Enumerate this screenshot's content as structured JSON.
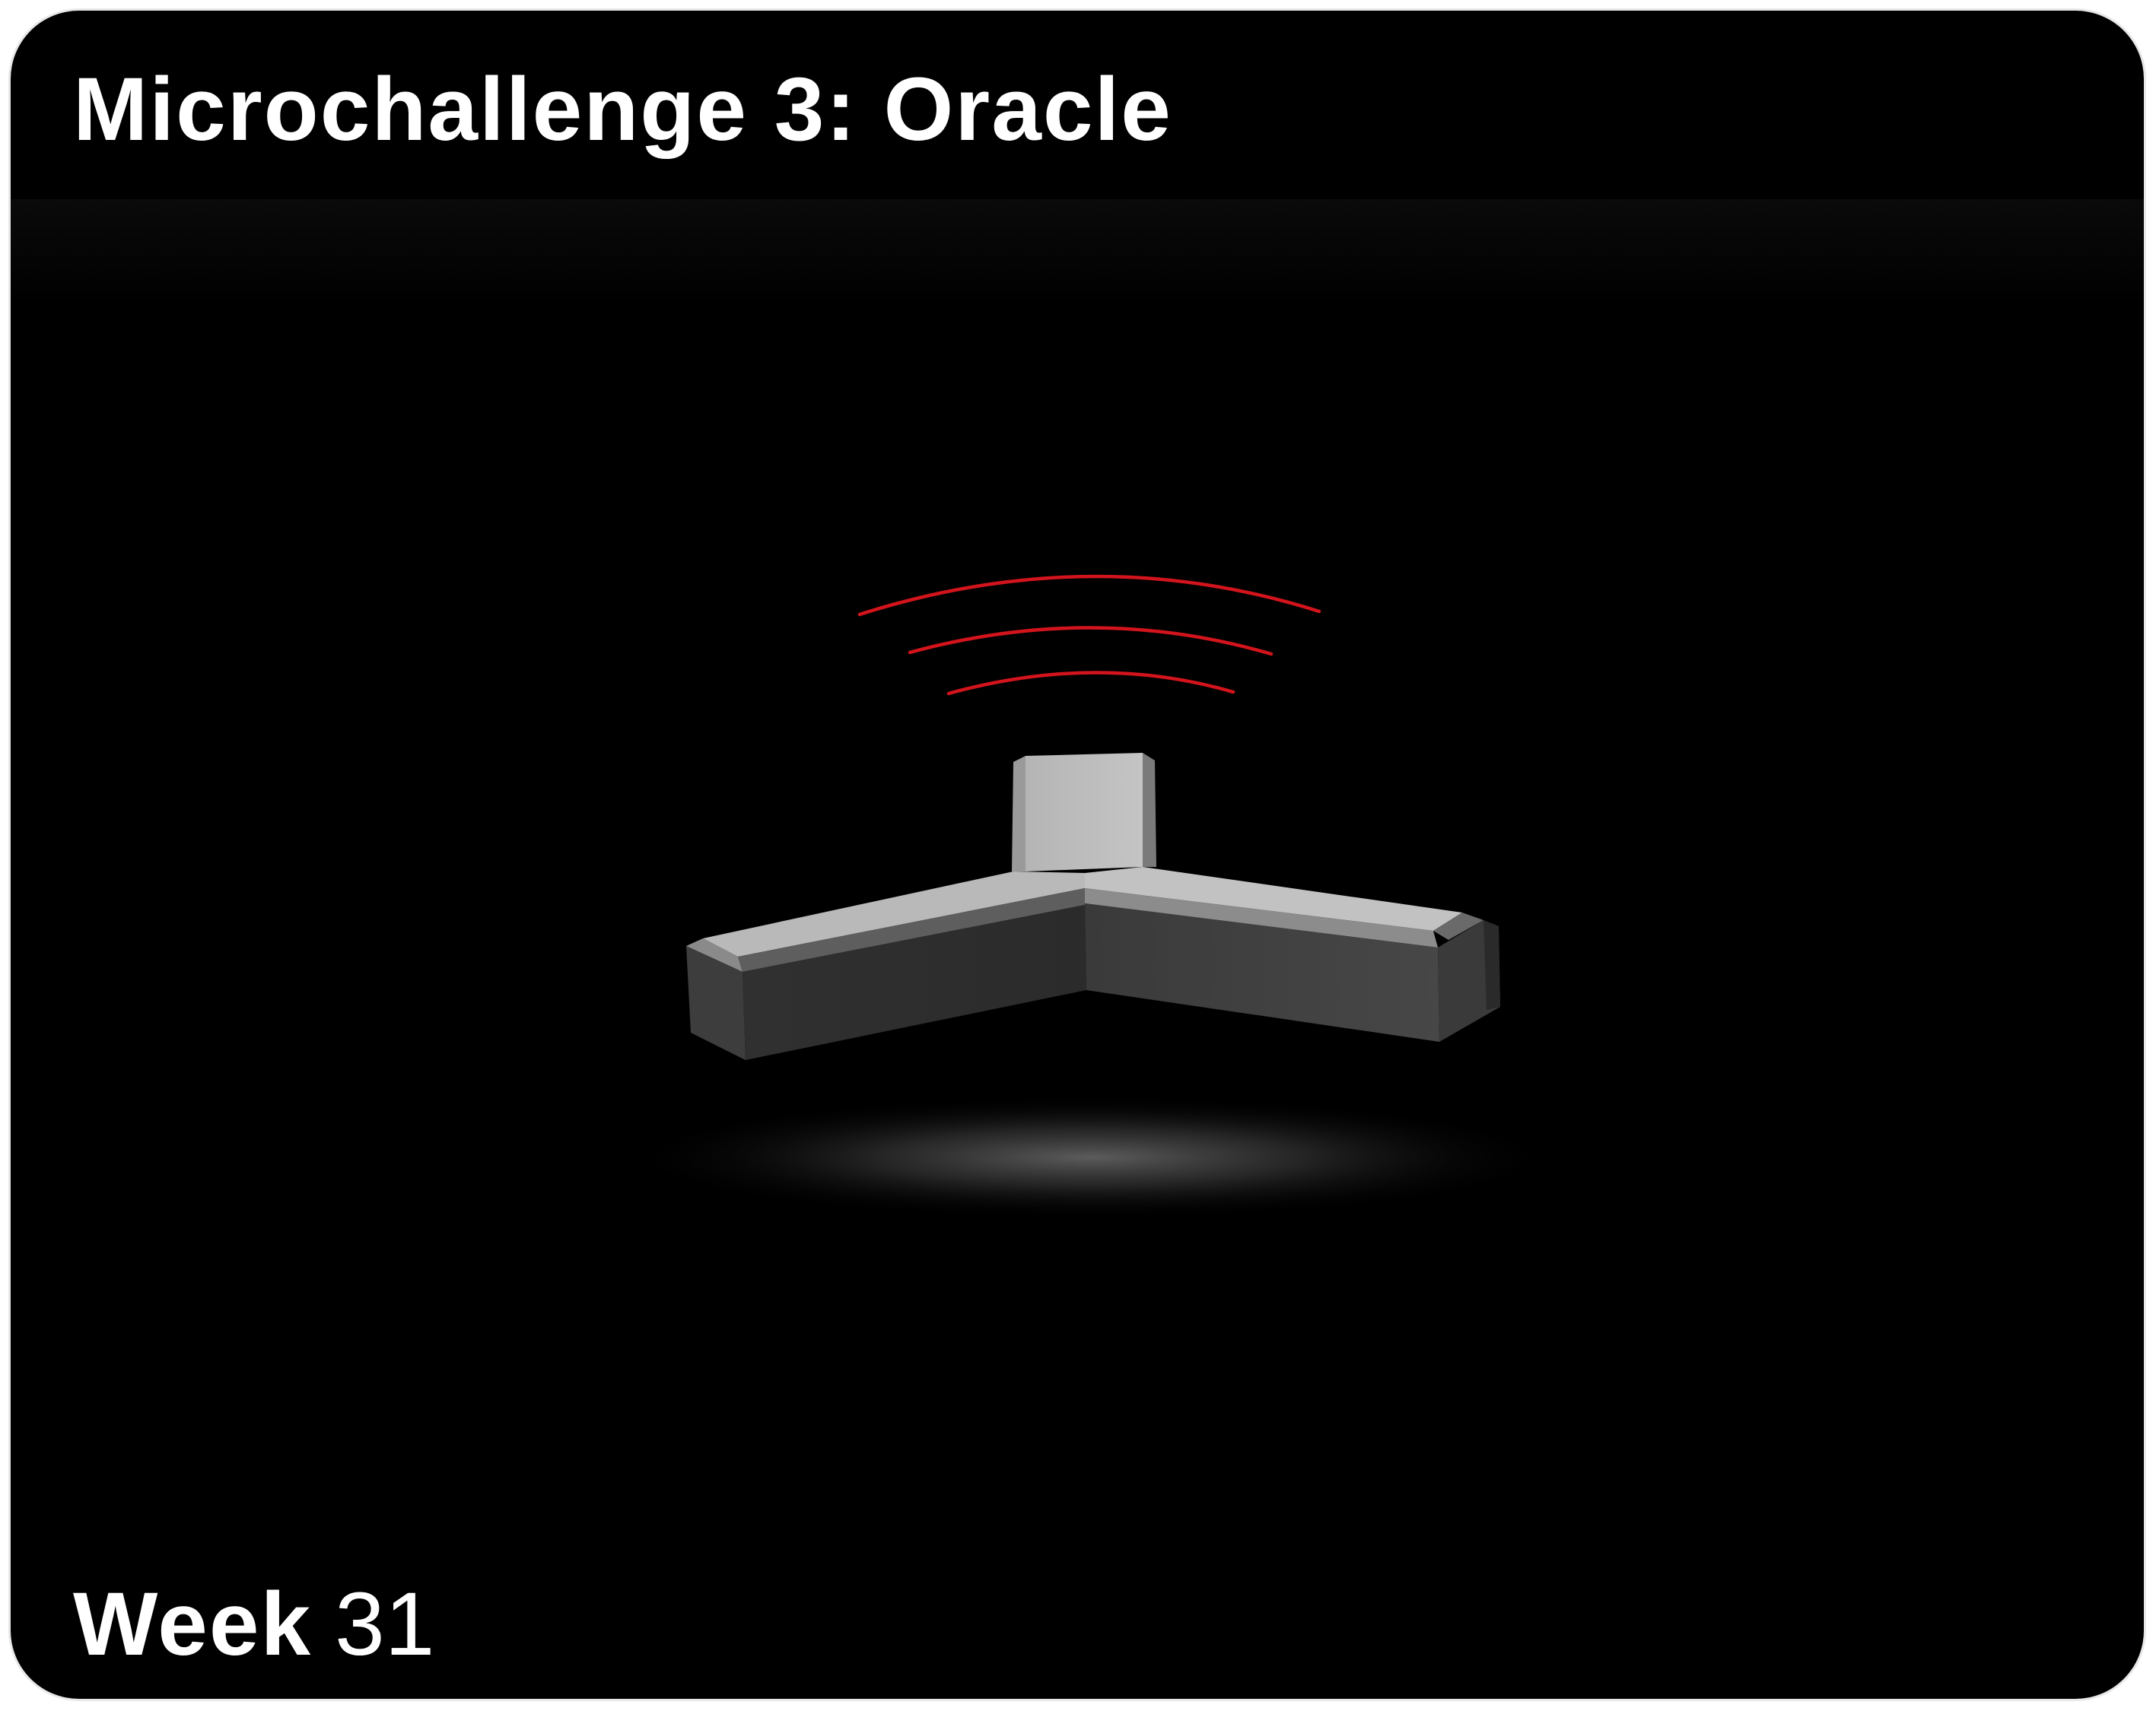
{
  "card": {
    "title": "Microchallenge 3: Oracle",
    "background": "#000000"
  },
  "illustration": {
    "icon": "oracle-tripod-icon",
    "signal_icon": "signal-waves-icon",
    "signal_color": "#d3141c",
    "signal_wave_count": 3
  },
  "footer": {
    "week_label": "Week",
    "week_number": "31"
  }
}
